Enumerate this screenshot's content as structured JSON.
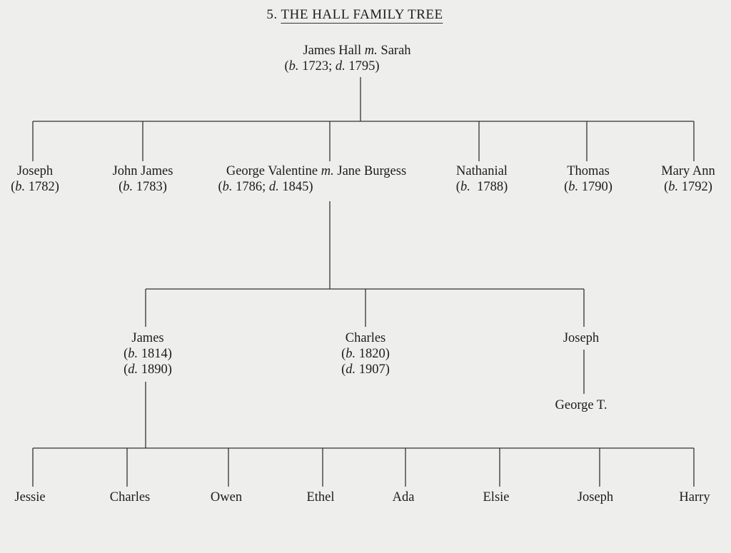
{
  "title": {
    "number": "5.",
    "text": "THE HALL FAMILY TREE"
  },
  "labels": {
    "born": "b.",
    "died": "d.",
    "married": "m."
  },
  "root": {
    "name": "James Hall",
    "spouse": "Sarah",
    "born": "1723",
    "died": "1795"
  },
  "generation2": [
    {
      "name": "Joseph",
      "born": "1782"
    },
    {
      "name": "John James",
      "born": "1783"
    },
    {
      "name": "George Valentine",
      "spouse": "Jane Burgess",
      "born": "1786",
      "died": "1845"
    },
    {
      "name": "Nathanial",
      "born": "1788"
    },
    {
      "name": "Thomas",
      "born": "1790"
    },
    {
      "name": "Mary Ann",
      "born": "1792"
    }
  ],
  "generation3": [
    {
      "name": "James",
      "born": "1814",
      "died": "1890"
    },
    {
      "name": "Charles",
      "born": "1820",
      "died": "1907"
    },
    {
      "name": "Joseph"
    }
  ],
  "joseph_child": {
    "name": "George T."
  },
  "generation4": [
    "Jessie",
    "Charles",
    "Owen",
    "Ethel",
    "Ada",
    "Elsie",
    "Joseph",
    "Harry"
  ]
}
